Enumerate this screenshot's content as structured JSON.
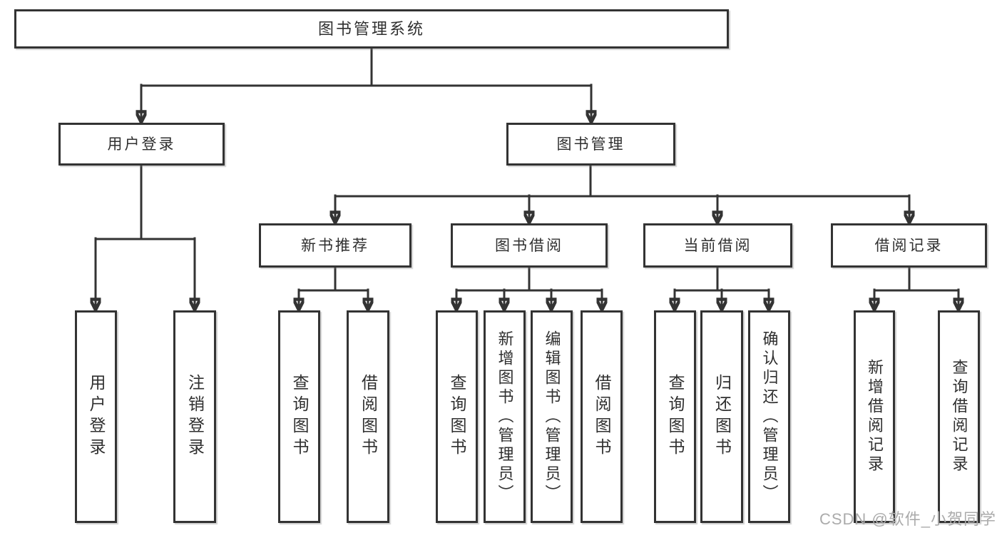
{
  "diagram": {
    "root": {
      "label": "图书管理系统"
    },
    "level2": [
      {
        "id": "user-login",
        "label": "用户登录"
      },
      {
        "id": "book-management",
        "label": "图书管理"
      }
    ],
    "level3": [
      {
        "id": "new-book-recommend",
        "label": "新书推荐"
      },
      {
        "id": "book-borrow",
        "label": "图书借阅"
      },
      {
        "id": "current-borrow",
        "label": "当前借阅"
      },
      {
        "id": "borrow-records",
        "label": "借阅记录"
      }
    ],
    "leaves": {
      "user_login": [
        "用户登录",
        "注销登录"
      ],
      "new_book_recommend": [
        "查询图书",
        "借阅图书"
      ],
      "book_borrow": [
        "查询图书",
        "新增图书（管理员）",
        "编辑图书（管理员）",
        "借阅图书"
      ],
      "current_borrow": [
        "查询图书",
        "归还图书",
        "确认归还（管理员）"
      ],
      "borrow_records": [
        "新增借阅记录",
        "查询借阅记录"
      ]
    }
  },
  "watermark": {
    "text": "CSDN @软件_小贺同学",
    "color": "#ababab"
  },
  "colors": {
    "line": "#333333",
    "text": "#2f2f2f",
    "background": "#ffffff",
    "box_border": "#333333"
  }
}
